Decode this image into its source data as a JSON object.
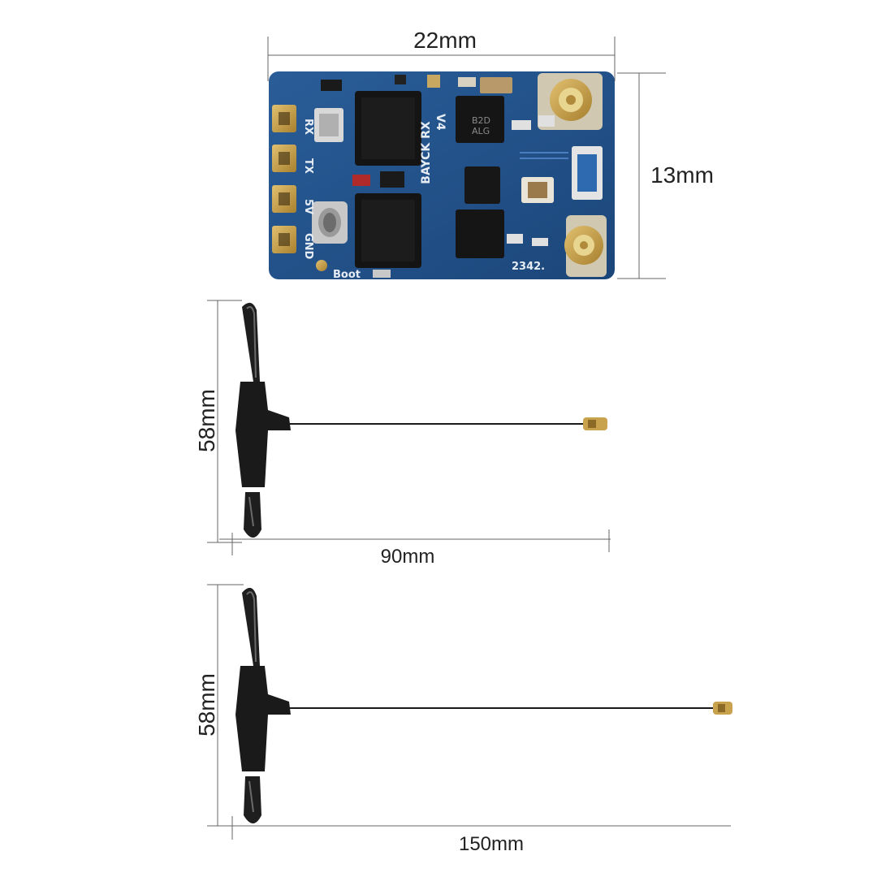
{
  "dimensions": {
    "board_width": "22mm",
    "board_height": "13mm",
    "antenna1_height": "58mm",
    "antenna1_length": "90mm",
    "antenna2_height": "58mm",
    "antenna2_length": "150mm"
  },
  "board": {
    "pad_labels": [
      "RX",
      "TX",
      "5V",
      "GND"
    ],
    "brand": "BAYCK RX",
    "model": "V4",
    "boot_label": "Boot",
    "date_code": "2342.",
    "chip_marks": [
      "B2D",
      "ALG"
    ]
  },
  "colors": {
    "pcb": "#1f4f86",
    "pad_gold": "#c9a24e",
    "chip": "#151515",
    "antenna": "#1a1a1a"
  }
}
